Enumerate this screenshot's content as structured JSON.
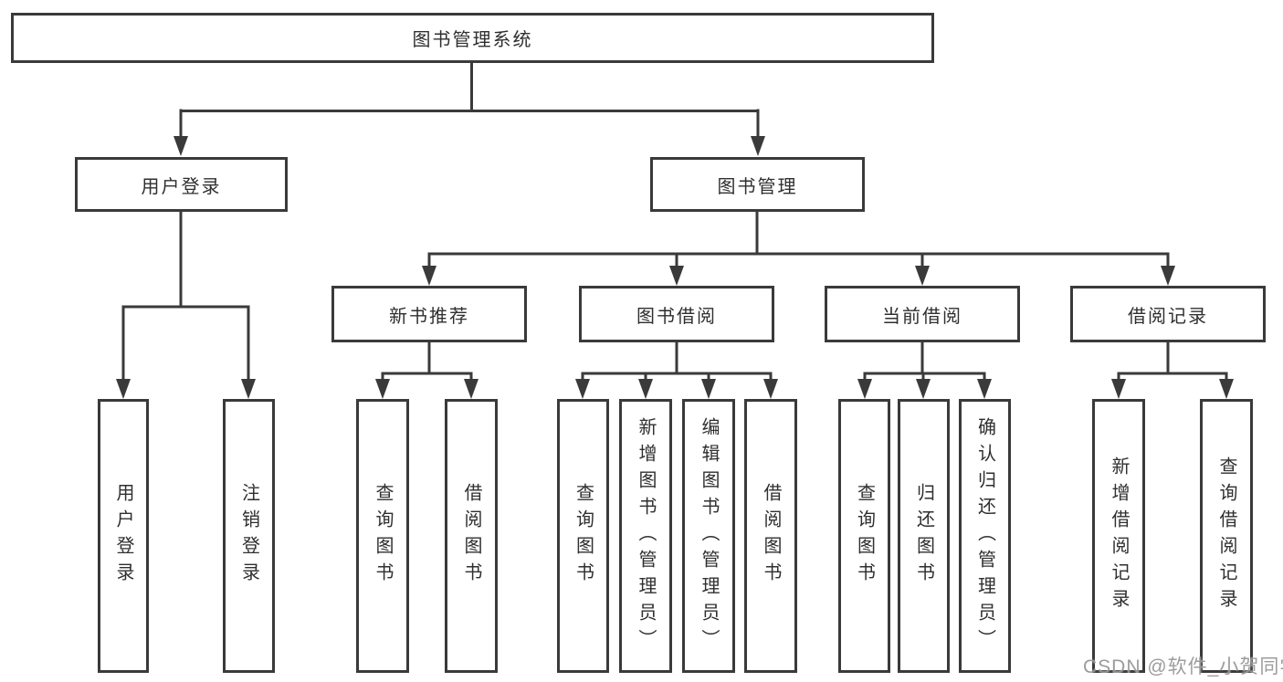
{
  "tree": {
    "label": "图书管理系统",
    "children": [
      {
        "label": "用户登录",
        "children": [
          {
            "label": "用户登录"
          },
          {
            "label": "注销登录"
          }
        ]
      },
      {
        "label": "图书管理",
        "children": [
          {
            "label": "新书推荐",
            "children": [
              {
                "label": "查询图书"
              },
              {
                "label": "借阅图书"
              }
            ]
          },
          {
            "label": "图书借阅",
            "children": [
              {
                "label": "查询图书"
              },
              {
                "label": "新增图书（管理员）"
              },
              {
                "label": "编辑图书（管理员）"
              },
              {
                "label": "借阅图书"
              }
            ]
          },
          {
            "label": "当前借阅",
            "children": [
              {
                "label": "查询图书"
              },
              {
                "label": "归还图书"
              },
              {
                "label": "确认归还（管理员）"
              }
            ]
          },
          {
            "label": "借阅记录",
            "children": [
              {
                "label": "新增借阅记录"
              },
              {
                "label": "查询借阅记录"
              }
            ]
          }
        ]
      }
    ]
  },
  "watermark": {
    "text": "CSDN @软件_小贺同学"
  },
  "colors": {
    "line": "#3a3a3a",
    "box_border": "#3a3a3a",
    "text": "#2f2f2f",
    "watermark": "#949494",
    "background": "#ffffff"
  }
}
